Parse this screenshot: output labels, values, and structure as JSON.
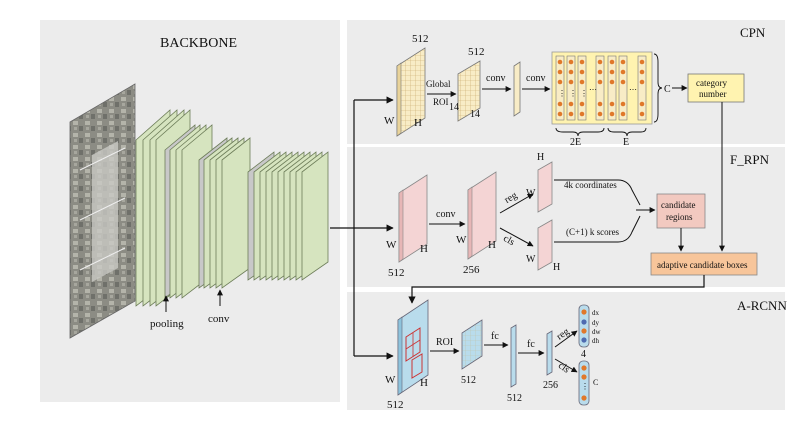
{
  "backbone": {
    "title": "BACKBONE",
    "pooling_label": "pooling",
    "conv_label": "conv"
  },
  "cpn": {
    "title": "CPN",
    "dim_512_a": "512",
    "dim_512_b": "512",
    "w": "W",
    "h": "H",
    "global_roi_1": "Global",
    "global_roi_2": "ROI",
    "dim_14_a": "14",
    "dim_14_b": "14",
    "conv_1": "conv",
    "conv_2": "conv",
    "c_label": "C",
    "label_2e": "2E",
    "label_e": "E",
    "category_1": "category",
    "category_2": "number"
  },
  "frpn": {
    "title": "F_RPN",
    "w1": "W",
    "h1": "H",
    "dim_512": "512",
    "conv": "conv",
    "w2": "W",
    "h2": "H",
    "dim_256": "256",
    "reg": "reg",
    "cls": "cls",
    "w3": "W",
    "h3": "H",
    "w4": "W",
    "h4": "H",
    "coords": "4k coordinates",
    "scores": "(C+1) k scores",
    "candidate_1": "candidate",
    "candidate_2": "regions",
    "adaptive": "adaptive candidate boxes"
  },
  "arcnn": {
    "title": "A-RCNN",
    "w": "W",
    "h": "H",
    "dim_512_a": "512",
    "roi": "ROI",
    "dim_512_b": "512",
    "fc_1": "fc",
    "dim_512_c": "512",
    "fc_2": "fc",
    "dim_256": "256",
    "reg": "reg",
    "cls": "cls",
    "dx": "dx",
    "dy": "dy",
    "dw": "dw",
    "dh": "dh",
    "four": "4",
    "c_out": "C"
  },
  "colors": {
    "panel": "#ececec",
    "backbone_layer": "#d6e4bf",
    "pool_layer": "#c8c8c8",
    "cpn_map": "#f8ecc6",
    "frpn_map": "#f4d4d4",
    "candidate_box": "#f2c9c0",
    "adaptive_box": "#f7c59a",
    "category_box": "#fff3b0",
    "arcnn_map": "#b9dcec",
    "dot_orange": "#e0782a",
    "dot_blue": "#4e6bb0"
  }
}
